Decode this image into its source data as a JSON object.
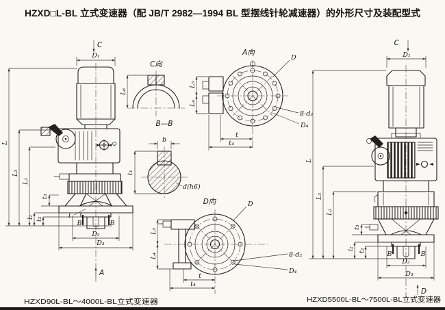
{
  "page": {
    "title": "HZXD□L-BL 立式变速器（配 JB/T 2982—1994 BL 型摆线针轮减速器）的外形尺寸及装配型式",
    "colors": {
      "ink": "#20201e",
      "paper": "#f9f8f3"
    }
  },
  "figures": {
    "left": {
      "caption": "HZXD90L-BL～4000L-BL立式变速器"
    },
    "right": {
      "caption": "HZXD5500L-BL～7500L-BL立式变速器"
    }
  },
  "views": {
    "a": "A向",
    "c": "C向",
    "d": "D向",
    "bb": "B—B",
    "arrow_a": "A",
    "arrow_c": "C",
    "arrow_d": "D"
  },
  "dims": {
    "D": "D",
    "D1": "D₁",
    "D2": "D₂",
    "D3": "D₃",
    "D4": "D₄",
    "L": "L",
    "L2": "L₂",
    "L3": "L₃",
    "L4": "L₄",
    "L5": "L₅",
    "L6": "L₆",
    "t": "t",
    "t1": "t₁",
    "t2": "t₂",
    "t3": "t₃",
    "t4": "t₄",
    "l": "l",
    "l2": "l₂",
    "b": "b",
    "B": "B",
    "shaft_dia": "d(h6)",
    "holes": "8-d₂"
  }
}
